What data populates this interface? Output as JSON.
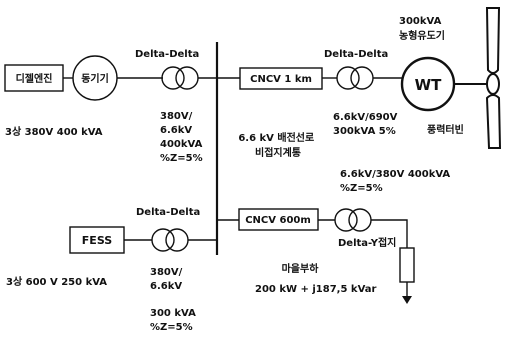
{
  "diesel": {
    "label": "디젤엔진",
    "rating": "3상 380V 400 kVA"
  },
  "synchronous_generator": {
    "label": "동기기"
  },
  "tx1": {
    "type": "Delta-Delta",
    "spec_lines": [
      "380V/",
      "6.6kV",
      "400kVA",
      "%Z=5%"
    ]
  },
  "bus": {
    "lines": [
      "6.6 kV 배전선로",
      "비접지계통"
    ]
  },
  "cable_wt": {
    "label": "CNCV 1 km"
  },
  "tx_wt": {
    "type": "Delta-Delta",
    "spec_lines": [
      "6.6kV/690V",
      "300kVA 5%"
    ]
  },
  "wt": {
    "label": "WT",
    "rating_lines": [
      "300kVA",
      "농형유도기"
    ],
    "caption": "풍력터빈"
  },
  "fess": {
    "label": "FESS",
    "rating": "3상 600 V  250 kVA"
  },
  "tx_fess": {
    "type": "Delta-Delta",
    "spec_lines": [
      "380V/",
      "6.6kV",
      "300 kVA",
      "%Z=5%"
    ]
  },
  "cable_load": {
    "label": "CNCV 600m"
  },
  "tx_load": {
    "type": "Delta-Y접지",
    "spec_lines": [
      "6.6kV/380V 400kVA",
      "%Z=5%"
    ]
  },
  "load": {
    "label": "마을부하",
    "value": "200 kW + j187,5 kVar"
  }
}
